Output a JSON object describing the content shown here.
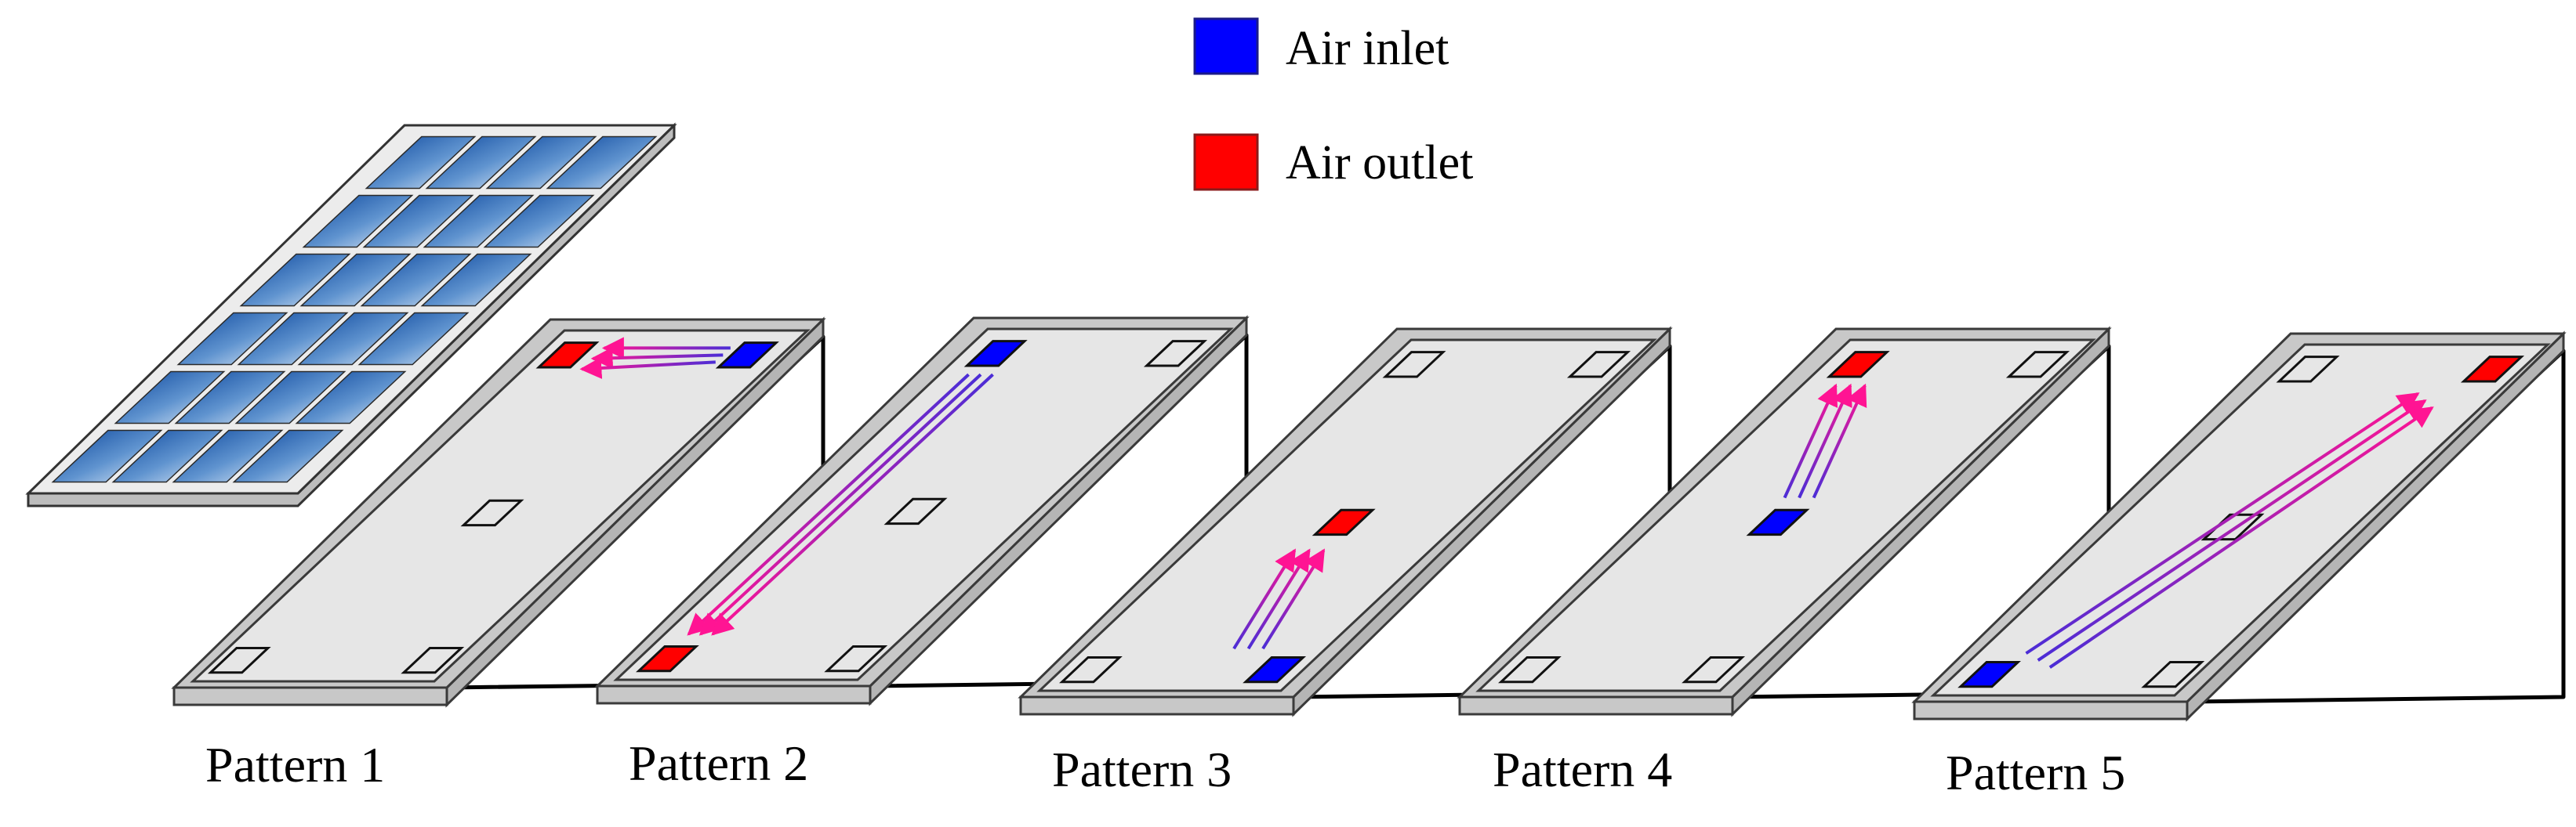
{
  "legend": {
    "inlet_label": "Air inlet",
    "outlet_label": "Air outlet",
    "inlet_color": "#0000ff",
    "outlet_color": "#ff0000"
  },
  "colors": {
    "tray_fill": "#e6e6e6",
    "frame_fill": "#c8c8c8",
    "outline": "#3a3a3a",
    "arrow_start": "#4b2dd6",
    "arrow_end": "#ff1493",
    "pv_dark": "#0d4ea6",
    "pv_light": "#dbe9f7",
    "pv_frame": "#e8e8e8"
  },
  "icons": {
    "solar_panel": "solar-panel-icon"
  },
  "patterns": [
    {
      "label": "Pattern 1",
      "inlet": "top-right",
      "outlets": [
        "top-left"
      ],
      "flow": "across top, right to left"
    },
    {
      "label": "Pattern 2",
      "inlet": "top-left",
      "outlets": [
        "bottom-left"
      ],
      "flow": "full length, top to bottom"
    },
    {
      "label": "Pattern 3",
      "inlet": "bottom-right",
      "outlets": [
        "middle"
      ],
      "flow": "bottom to middle"
    },
    {
      "label": "Pattern 4",
      "inlet": "middle",
      "outlets": [
        "top-left"
      ],
      "flow": "middle to top"
    },
    {
      "label": "Pattern 5",
      "inlet": "bottom-left",
      "outlets": [
        "top-right"
      ],
      "flow": "diagonal, bottom-left to top-right"
    }
  ]
}
